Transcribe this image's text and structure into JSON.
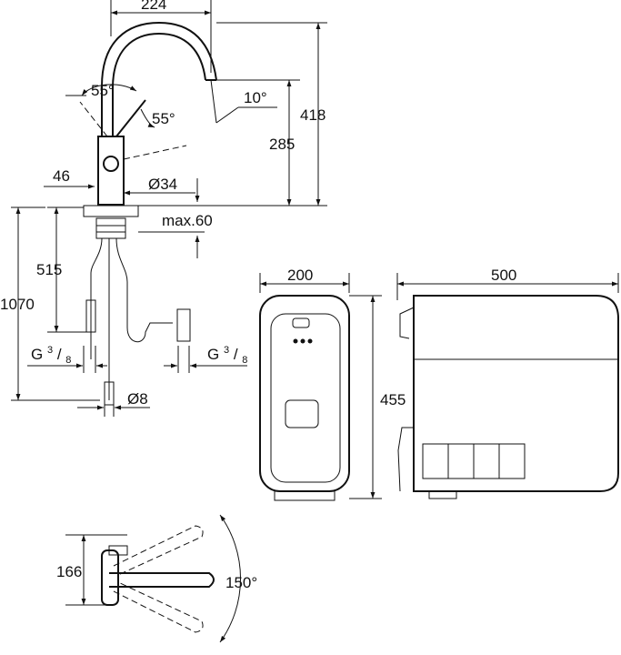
{
  "dimensions": {
    "faucet_reach": "224",
    "swivel_angle_left": "55°",
    "swivel_angle_right": "55°",
    "spout_tilt": "10°",
    "total_height": "418",
    "outlet_height": "285",
    "handle_offset": "46",
    "body_diameter": "Ø34",
    "max_thickness": "max.60",
    "hose_length_short": "515",
    "hose_length_long": "1070",
    "connection_left": "G",
    "connection_right": "G",
    "thread_num": "3",
    "thread_den": "8",
    "tube_diameter": "Ø8",
    "unit_front_width": "200",
    "unit_height": "455",
    "unit_side_depth": "500",
    "top_view_offset": "166",
    "rotation_angle": "150°"
  },
  "colors": {
    "line": "#111111",
    "background": "#ffffff"
  }
}
